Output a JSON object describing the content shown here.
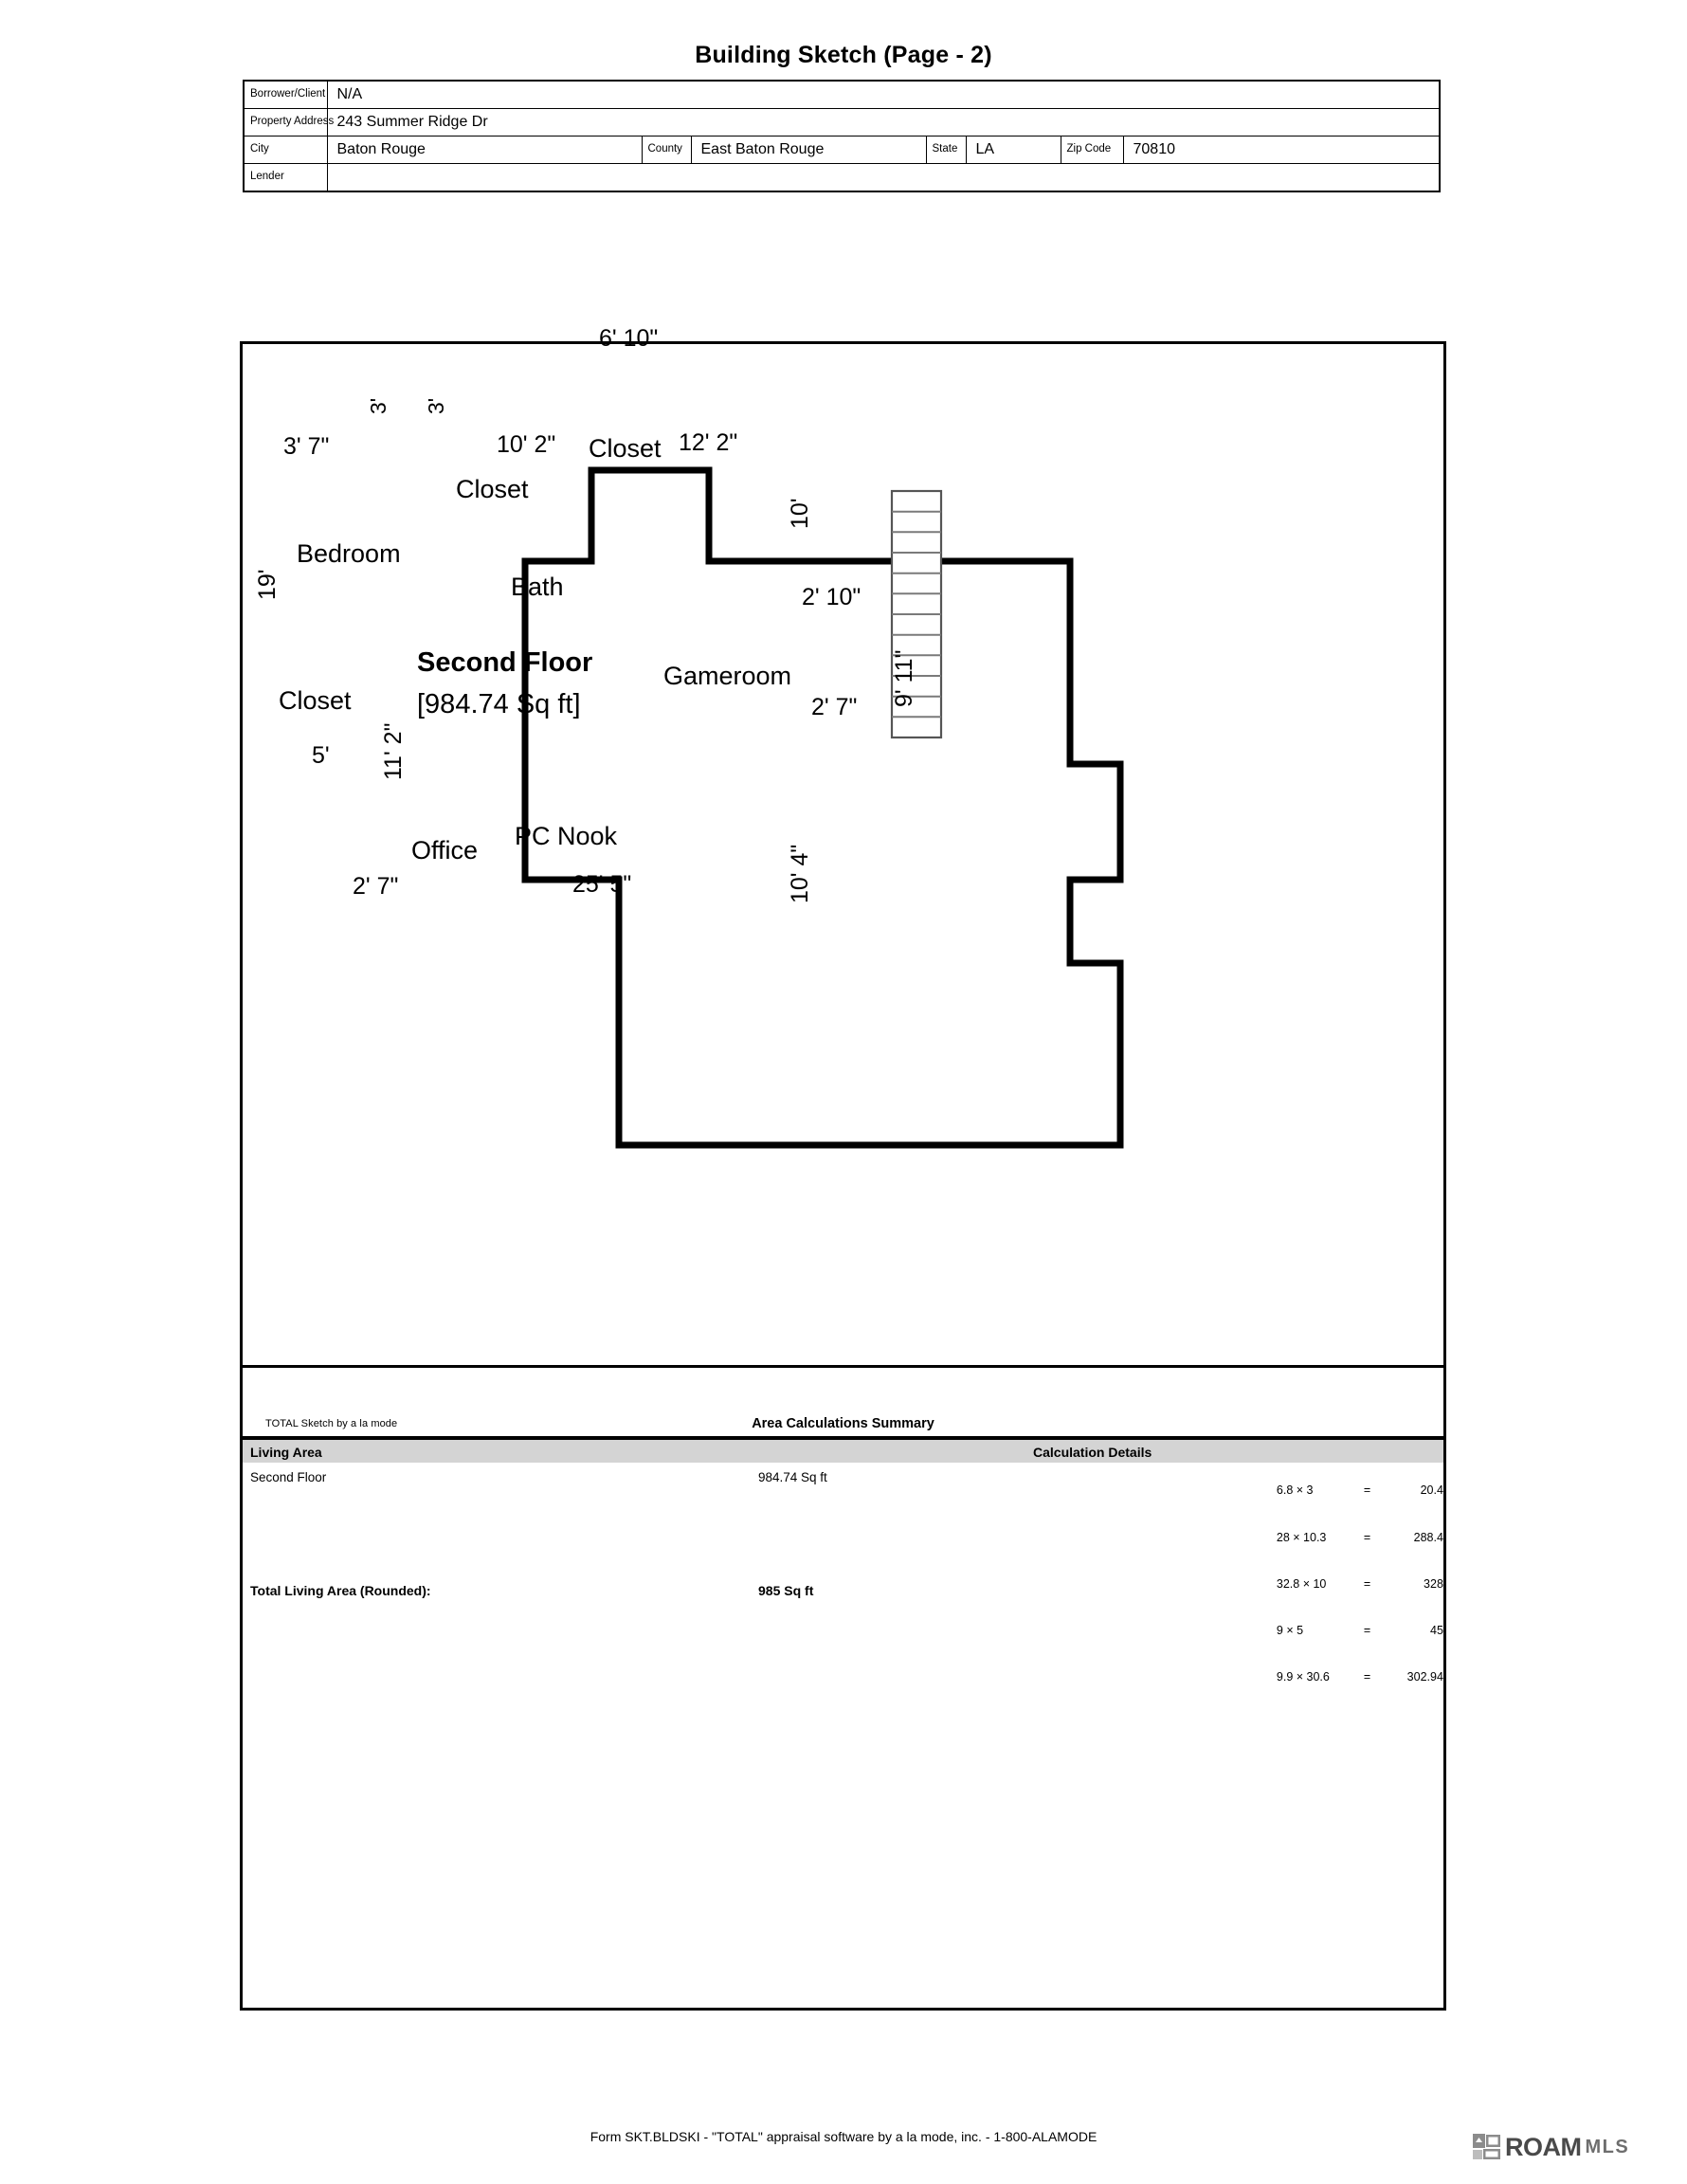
{
  "document": {
    "title": "Building Sketch (Page - 2)"
  },
  "header_fields": [
    {
      "label": "Borrower/Client",
      "value": "N/A"
    },
    {
      "label": "Property Address",
      "value": "243 Summer Ridge Dr"
    },
    {
      "label": "City",
      "value": "Baton Rouge"
    },
    {
      "label": "County",
      "value": "East Baton Rouge"
    },
    {
      "label": "State",
      "value": "LA"
    },
    {
      "label": "Zip Code",
      "value": "70810"
    },
    {
      "label": "Lender",
      "value": ""
    }
  ],
  "floor_plan": {
    "floor_name": "Second Floor",
    "floor_area": "[984.74 Sq ft]",
    "rooms": [
      {
        "name": "Bedroom"
      },
      {
        "name": "Closet"
      },
      {
        "name": "Closet"
      },
      {
        "name": "Closet"
      },
      {
        "name": "Bath"
      },
      {
        "name": "Gameroom"
      },
      {
        "name": "Office"
      },
      {
        "name": "PC Nook"
      }
    ],
    "room_labels": {
      "bedroom": "Bedroom",
      "closet_upper": "Closet",
      "closet_top_right": "Closet",
      "closet_lower_left": "Closet",
      "bath": "Bath",
      "gameroom": "Gameroom",
      "office": "Office",
      "pc_nook": "PC Nook"
    },
    "dimensions": {
      "top_bump_width": "6' 10\"",
      "bump_left_height": "3'",
      "bump_right_height": "3'",
      "upper_left_run": "3' 7\"",
      "top_run_left": "10' 2\"",
      "top_run_right": "12' 2\"",
      "left_height": "19'",
      "right_upper_height": "10'",
      "right_notch_top": "2' 10\"",
      "right_notch_height": "9' 11\"",
      "right_notch_bottom": "2' 7\"",
      "right_lower_height": "10' 4\"",
      "left_lower_run": "5'",
      "left_lower_height": "11' 2\"",
      "bottom_left_run": "2' 7\"",
      "bottom_run": "25' 5\""
    },
    "stairs": {
      "step_count": 12,
      "name": "staircase"
    }
  },
  "area_summary": {
    "sketch_credit": "TOTAL Sketch by a la mode",
    "section_title": "Area Calculations Summary",
    "col_living_area": "Living Area",
    "col_calculation_details": "Calculation Details",
    "rows": [
      {
        "name": "Second Floor",
        "area": "984.74 Sq ft"
      }
    ],
    "calculations": [
      {
        "expr": "6.8 × 3",
        "eq": "=",
        "result": "20.4"
      },
      {
        "expr": "28 × 10.3",
        "eq": "=",
        "result": "288.4"
      },
      {
        "expr": "32.8 × 10",
        "eq": "=",
        "result": "328"
      },
      {
        "expr": "9 × 5",
        "eq": "=",
        "result": "45"
      },
      {
        "expr": "9.9 × 30.6",
        "eq": "=",
        "result": "302.94"
      }
    ],
    "total_label": "Total Living Area (Rounded):",
    "total_value": "985 Sq ft"
  },
  "footer": {
    "form_text": "Form SKT.BLDSKI - \"TOTAL\" appraisal software by a la mode, inc. - 1-800-ALAMODE",
    "logo_word": "ROAM",
    "logo_suffix": "MLS"
  },
  "colors": {
    "ink": "#000000",
    "band": "#d4d4d4",
    "stair_line": "#808080",
    "logo_gray": "#4a4a4a"
  }
}
